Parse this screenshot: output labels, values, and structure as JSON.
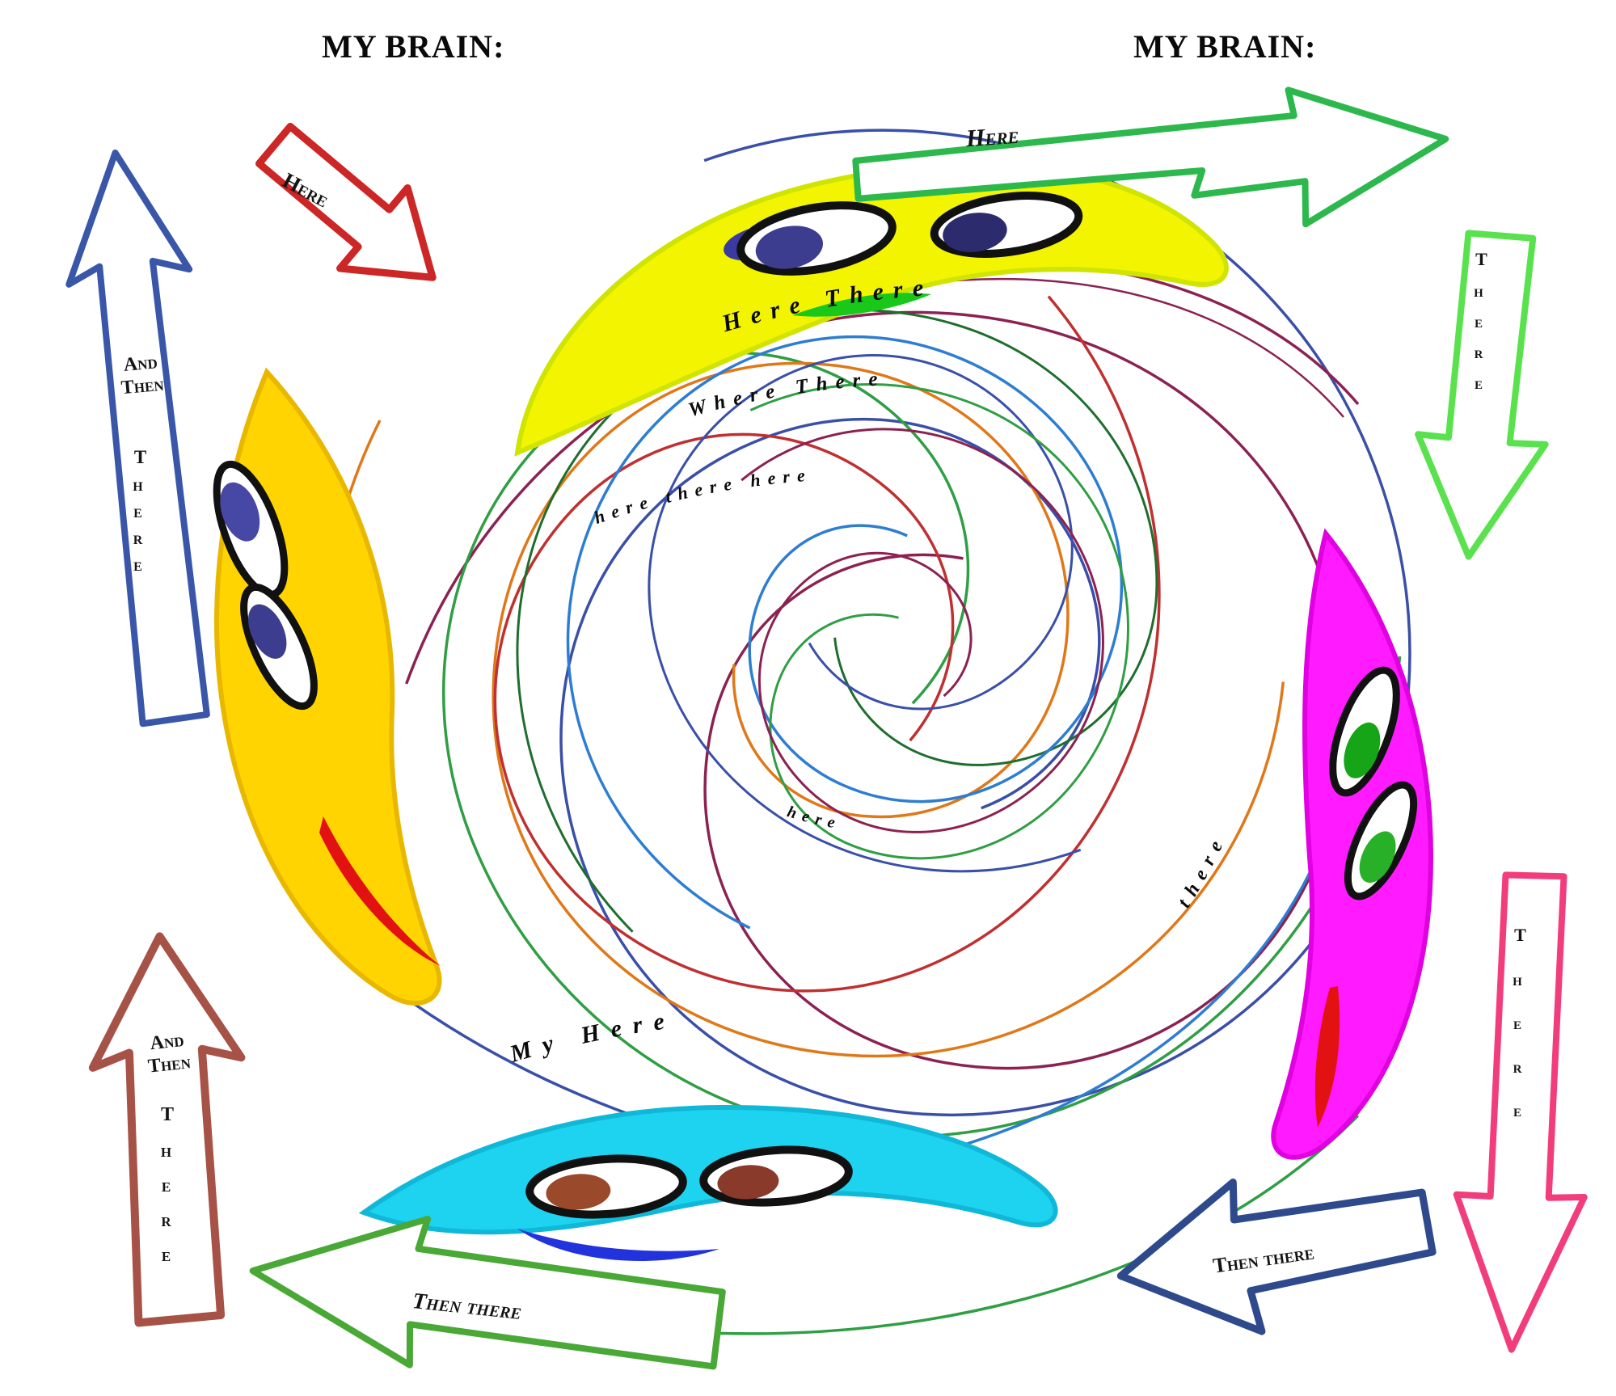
{
  "palette": {
    "background": "#ffffff",
    "yellow_blob": "#f2f400",
    "gold_blob": "#ffd400",
    "magenta_blob": "#ff1aff",
    "cyan_blob": "#1ed3f0",
    "red_arrow": "#cc2626",
    "blue_arrow": "#3a56a8",
    "green_arrow": "#2db84d",
    "lightgreen_arrow": "#5ae24e",
    "pink_arrow": "#f23d7c",
    "navy_arrow": "#2e4a8c",
    "green2_arrow": "#4aa836",
    "brown_arrow": "#a65247"
  },
  "headings": {
    "left": "MY BRAIN:",
    "right": "MY BRAIN:"
  },
  "arrows": {
    "red_here": {
      "label": "Here"
    },
    "green_here": {
      "label": "Here"
    },
    "blue_and_then_there": {
      "line1": "And",
      "line2": "Then",
      "vertical": "There"
    },
    "lightgreen_there": {
      "vertical": "There"
    },
    "pink_there": {
      "vertical": "There"
    },
    "navy_then_there": {
      "label": "Then there"
    },
    "green_then_there": {
      "label": "Then there"
    },
    "brown_and_then_there": {
      "line1": "And",
      "line2": "Then",
      "vertical": "There"
    }
  },
  "swirl_texts": {
    "t1": "Here  There",
    "t2": "Where  There",
    "t3": "here there here",
    "t4": "My  Here",
    "t5": "there",
    "t6": "here"
  }
}
